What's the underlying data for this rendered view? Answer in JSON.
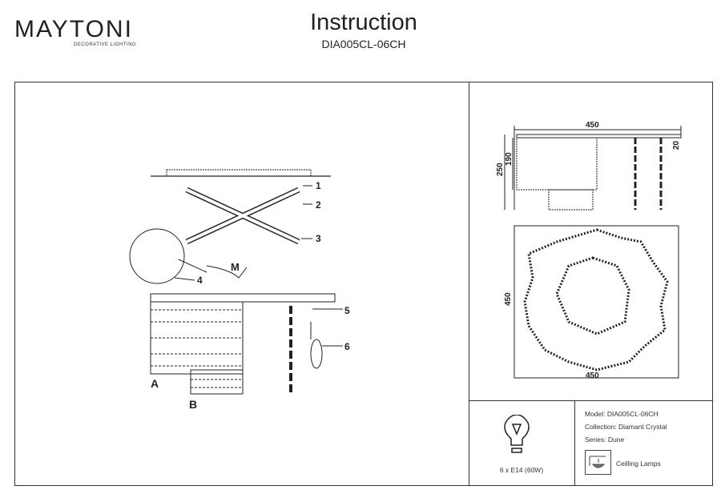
{
  "header": {
    "brand": "MAYTONI",
    "brand_tagline": "DECORATIVE LIGHTING",
    "title": "Instruction",
    "model_code": "DIA005CL-06CH"
  },
  "assembly": {
    "callouts": [
      "1",
      "2",
      "3",
      "4",
      "5",
      "6"
    ],
    "parts": [
      "A",
      "B"
    ],
    "motor_label": "M"
  },
  "dimensions": {
    "side_width": "450",
    "side_height_total": "250",
    "side_height_body": "190",
    "side_canopy": "20",
    "top_depth": "450",
    "top_width": "450"
  },
  "specs": {
    "bulb": "6 x E14 (60W)",
    "model": "Model: DIA005CL-06CH",
    "collection": "Collection: Diamant Crystal",
    "series": "Series: Dune",
    "category": "Ceilling Lamps"
  },
  "colors": {
    "brand_accent": "#5a1f4a",
    "line": "#333333"
  }
}
